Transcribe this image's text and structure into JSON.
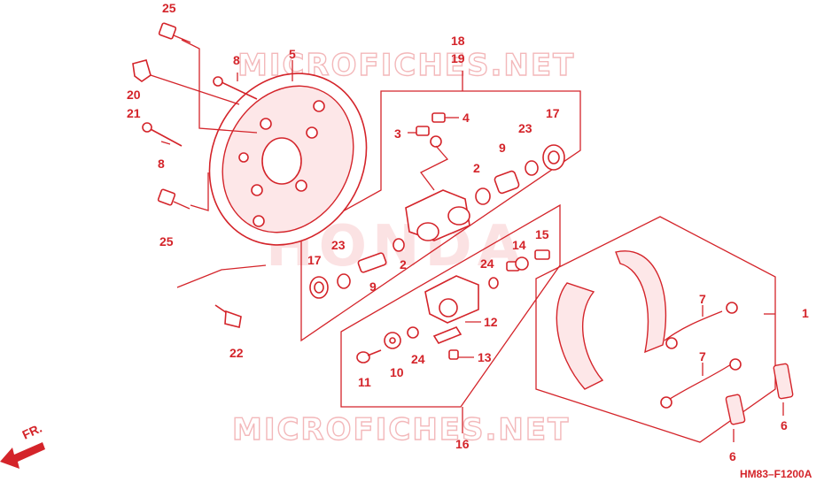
{
  "diagram": {
    "figure_code": "HM83–F1200A",
    "front_indicator": "FR.",
    "watermarks": [
      "MICROFICHES.NET",
      "HONDA",
      "MICROFICHES.NET"
    ],
    "callouts": {
      "c25a": "25",
      "c5": "5",
      "c8a": "8",
      "c20": "20",
      "c21": "21",
      "c8b": "8",
      "c25b": "25",
      "c22": "22",
      "c18": "18",
      "c19": "19",
      "c4": "4",
      "c3": "3",
      "c23a": "23",
      "c17a": "17",
      "c9a": "9",
      "c2a": "2",
      "c23b": "23",
      "c17b": "17",
      "c9b": "9",
      "c2b": "2",
      "c14": "14",
      "c15": "15",
      "c24a": "24",
      "c12": "12",
      "c13": "13",
      "c24b": "24",
      "c11": "11",
      "c10": "10",
      "c16": "16",
      "c1": "1",
      "c7a": "7",
      "c7b": "7",
      "c6a": "6",
      "c6b": "6"
    }
  }
}
